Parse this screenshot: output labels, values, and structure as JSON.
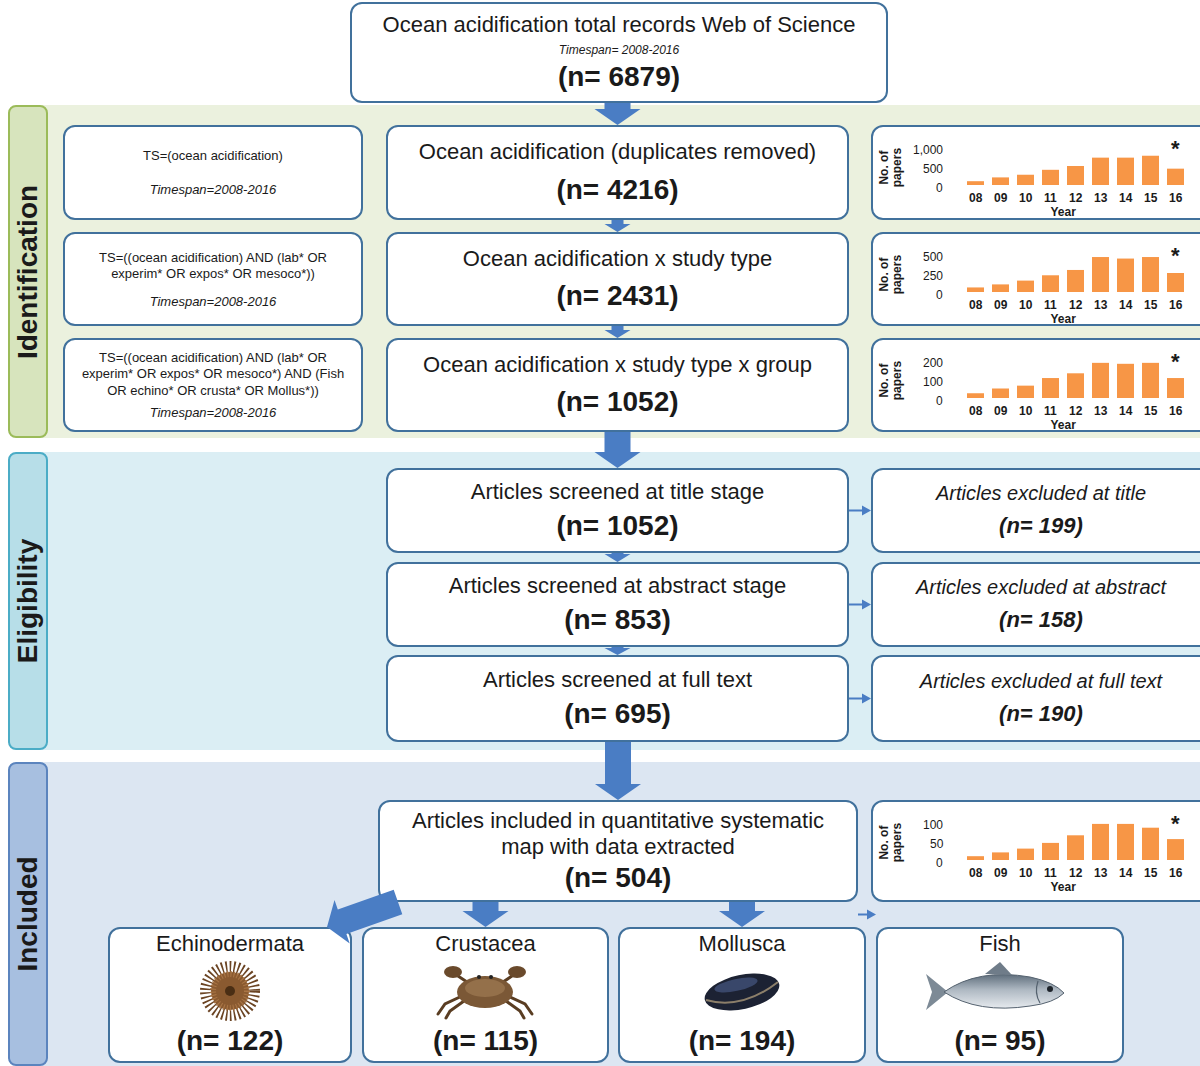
{
  "diagram": {
    "nodes": [
      {
        "text": [
          "Ocean acidification total records Web of Science",
          "Timespan= 2008-2016",
          "(n= 6879)"
        ]
      },
      {
        "text": [
          "Identification"
        ]
      },
      {
        "text": [
          "TS=(ocean acidification)",
          "Timespan=2008-2016"
        ],
        "in": 1
      },
      {
        "text": [
          "Ocean acidification (duplicates removed)",
          "(n= 4216)"
        ],
        "in": 1
      },
      {
        "text": [
          "No. of papers",
          "1,000",
          "500",
          "0",
          "08",
          "09",
          "10",
          "11",
          "12",
          "13",
          "14",
          "15",
          "16",
          "Year",
          "*"
        ],
        "in": 1
      },
      {
        "text": [
          "TS=((ocean acidification) AND (lab* OR experim* OR expos* OR mesoco*))",
          "Timespan=2008-2016"
        ],
        "in": 1
      },
      {
        "text": [
          "Ocean acidification x study type",
          "(n= 2431)"
        ],
        "in": 1
      },
      {
        "text": [
          "No. of papers",
          "500",
          "250",
          "0",
          "08",
          "09",
          "10",
          "11",
          "12",
          "13",
          "14",
          "15",
          "16",
          "Year",
          "*"
        ],
        "in": 1
      },
      {
        "text": [
          "TS=((ocean acidification) AND (lab* OR experim* OR expos* OR mesoco*) AND (Fish OR echino* OR crusta* OR Mollus*))",
          "Timespan=2008-2016"
        ],
        "in": 1
      },
      {
        "text": [
          "Ocean acidification x study type x group",
          "(n= 1052)"
        ],
        "in": 1
      },
      {
        "text": [
          "No. of papers",
          "200",
          "100",
          "0",
          "08",
          "09",
          "10",
          "11",
          "12",
          "13",
          "14",
          "15",
          "16",
          "Year",
          "*"
        ],
        "in": 1
      },
      {
        "text": [
          "Eligibility"
        ]
      },
      {
        "text": [
          "Articles screened at title stage",
          "(n= 1052)"
        ],
        "in": 11
      },
      {
        "text": [
          "Articles excluded at title",
          "(n= 199)"
        ],
        "in": 11
      },
      {
        "text": [
          "Articles screened at abstract stage",
          "(n= 853)"
        ],
        "in": 11
      },
      {
        "text": [
          "Articles excluded at abstract",
          "(n= 158)"
        ],
        "in": 11
      },
      {
        "text": [
          "Articles screened at full text",
          "(n= 695)"
        ],
        "in": 11
      },
      {
        "text": [
          "Articles excluded at full text",
          "(n= 190)"
        ],
        "in": 11
      },
      {
        "text": [
          "Included"
        ]
      },
      {
        "text": [
          "Articles included in quantitative systematic map with data extracted",
          "(n= 504)"
        ],
        "in": 18
      },
      {
        "text": [
          "No. of papers",
          "100",
          "50",
          "0",
          "08",
          "09",
          "10",
          "11",
          "12",
          "13",
          "14",
          "15",
          "16",
          "Year",
          "*"
        ],
        "in": 18
      },
      {
        "text": [
          "Echinodermata",
          "(n= 122)"
        ],
        "in": 18
      },
      {
        "text": [
          "Crustacea",
          "(n= 115)"
        ],
        "in": 18
      },
      {
        "text": [
          "Mollusca",
          "(n= 194)"
        ],
        "in": 18
      },
      {
        "text": [
          "Fish",
          "(n= 95)"
        ],
        "in": 18
      }
    ],
    "edges": [
      {
        "from": 0,
        "to": 3,
        "arrow": "to"
      },
      {
        "from": 3,
        "to": 6,
        "arrow": "to"
      },
      {
        "from": 6,
        "to": 9,
        "arrow": "to"
      },
      {
        "from": 9,
        "to": 12,
        "arrow": "to"
      },
      {
        "from": 12,
        "to": 13,
        "arrow": "to"
      },
      {
        "from": 12,
        "to": 14,
        "arrow": "to"
      },
      {
        "from": 14,
        "to": 15,
        "arrow": "to"
      },
      {
        "from": 14,
        "to": 16,
        "arrow": "to"
      },
      {
        "from": 16,
        "to": 17,
        "arrow": "to"
      },
      {
        "from": 16,
        "to": 19,
        "arrow": "to"
      },
      {
        "from": 19,
        "to": 21,
        "arrow": "to"
      },
      {
        "from": 19,
        "to": 22,
        "arrow": "to"
      },
      {
        "from": 19,
        "to": 23,
        "arrow": "to"
      },
      {
        "from": 19,
        "to": 24,
        "arrow": "to"
      }
    ]
  }
}
